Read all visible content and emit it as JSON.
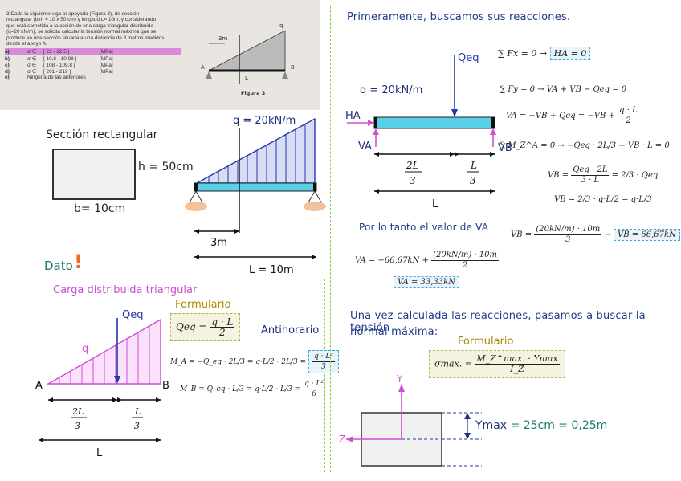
{
  "problem": {
    "lines": [
      "3  Dada la siguiente viga bi-apoyada (Figura 3), de sección",
      "rectangular (bxh = 10 x 50 cm) y longitud L= 10m, y considerando",
      "que está sometida a la acción de una carga triangular distribuida",
      "(q=20 kN/m), se solicita calcular la tensión normal máxima que se",
      "produce en una sección situada a una distancia de 3 metros medidos",
      "desde el apoyo A."
    ],
    "options": [
      {
        "letter": "a)",
        "sym": "σ ∈",
        "range": "[ 21 - 22,5 ]",
        "unit": "[MPa]"
      },
      {
        "letter": "b)",
        "sym": "σ ∈",
        "range": "[ 10,8 - 10,98 ]",
        "unit": "[MPa]"
      },
      {
        "letter": "c)",
        "sym": "σ ∈",
        "range": "[ 108 - 109,8 ]",
        "unit": "[MPa]"
      },
      {
        "letter": "d)",
        "sym": "σ ∈",
        "range": "[ 201 - 219 ]",
        "unit": "[MPa]"
      },
      {
        "letter": "e)",
        "sym": "",
        "range": "Ninguna de las anteriores",
        "unit": ""
      }
    ],
    "figure_label": "Figura 3",
    "fig_dim": "3m",
    "fig_q": "q",
    "fig_A": "A",
    "fig_B": "B",
    "fig_L": "L"
  },
  "section": {
    "title": "Sección rectangular",
    "h": "h = 50cm",
    "b": "b= 10cm"
  },
  "beam_sketch": {
    "q": "q = 20kN/m",
    "dim_3m": "3m",
    "dim_L": "L = 10m"
  },
  "dato": {
    "label": "Dato",
    "mark": "!",
    "subtitle": "Carga distribuida triangular",
    "q": "q",
    "qeq": "Qeq",
    "A": "A",
    "B": "B",
    "L": "L",
    "two_L": "2L",
    "L_only": "L",
    "three": "3"
  },
  "formulario1": {
    "title": "Formulario",
    "lhs": "Qeq =",
    "num": "q · L",
    "den": "2",
    "antihorario": "Antihorario",
    "ma": "M_A = −Q_eq · 2L/3 = q·L/2 · 2L/3 =",
    "ma_result_num": "q · L²",
    "ma_result_den": "3",
    "mb": "M_B = Q_eq · L/3 = q·L/2 · L/3 =",
    "mb_result_num": "q · L²",
    "mb_result_den": "6"
  },
  "reactions": {
    "heading": "Primeramente, buscamos sus reacciones.",
    "qeq": "Qeq",
    "q": "q = 20kN/m",
    "HA": "HA",
    "VA": "VA",
    "VB": "VB",
    "two_L": "2L",
    "L_only": "L",
    "three": "3",
    "L_total": "L",
    "eq_fx": "∑ Fx = 0 →",
    "eq_fx_box": "HA = 0",
    "eq_fy": "∑ Fy = 0 → VA + VB − Qeq = 0",
    "eq_va": "VA = −VB + Qeq = −VB +",
    "eq_va_num": "q · L",
    "eq_va_den": "2",
    "eq_m": "∑ M_Z^A = 0 → −Qeq · 2L/3 + VB · L = 0",
    "eq_vb1_lhs": "VB =",
    "eq_vb1_num": "Qeq · 2L",
    "eq_vb1_den": "3 · L",
    "eq_vb1_rhs": "= 2/3 · Qeq",
    "eq_vb2": "VB = 2/3 · q·L/2 = q·L/3",
    "eq_vb3_lhs": "VB =",
    "eq_vb3_num": "(20kN/m) · 10m",
    "eq_vb3_den": "3",
    "eq_vb3_box": "VB = 66,67kN",
    "por_lo_tanto": "Por lo tanto el valor de",
    "por_lo_tanto_var": "VA",
    "eq_va_final_lhs": "VA = −66,67kN +",
    "eq_va_final_num": "(20kN/m) · 10m",
    "eq_va_final_den": "2",
    "eq_va_box": "VA = 33,33kN"
  },
  "tension": {
    "heading_1": "Una vez calculada las reacciones, pasamos a buscar la tensión",
    "heading_2": "normal máxima:",
    "formulario": "Formulario",
    "lhs": "σmax. =",
    "num": "M_Z^max. · Ymax",
    "den": "I_Z",
    "axis_y": "Y",
    "axis_z": "Z",
    "ymax_label": "Ymax",
    "ymax_value": "= 25cm = 0,25m"
  }
}
